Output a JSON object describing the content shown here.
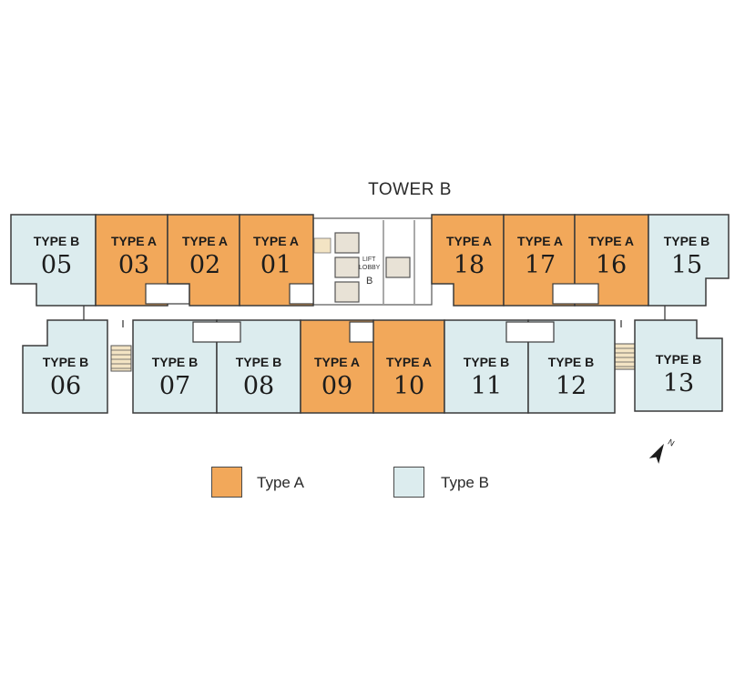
{
  "title": "TOWER B",
  "colors": {
    "type_a": "#f2a85a",
    "type_b": "#dcecee",
    "outline": "#3a3a3a"
  },
  "lift_lobby": {
    "line1": "LIFT",
    "line2": "LOBBY",
    "letter": "B"
  },
  "units": [
    {
      "id": "05",
      "type": "TYPE B",
      "kind": "b"
    },
    {
      "id": "03",
      "type": "TYPE A",
      "kind": "a"
    },
    {
      "id": "02",
      "type": "TYPE A",
      "kind": "a"
    },
    {
      "id": "01",
      "type": "TYPE A",
      "kind": "a"
    },
    {
      "id": "18",
      "type": "TYPE A",
      "kind": "a"
    },
    {
      "id": "17",
      "type": "TYPE A",
      "kind": "a"
    },
    {
      "id": "16",
      "type": "TYPE A",
      "kind": "a"
    },
    {
      "id": "15",
      "type": "TYPE B",
      "kind": "b"
    },
    {
      "id": "06",
      "type": "TYPE B",
      "kind": "b"
    },
    {
      "id": "07",
      "type": "TYPE B",
      "kind": "b"
    },
    {
      "id": "08",
      "type": "TYPE B",
      "kind": "b"
    },
    {
      "id": "09",
      "type": "TYPE A",
      "kind": "a"
    },
    {
      "id": "10",
      "type": "TYPE A",
      "kind": "a"
    },
    {
      "id": "11",
      "type": "TYPE B",
      "kind": "b"
    },
    {
      "id": "12",
      "type": "TYPE B",
      "kind": "b"
    },
    {
      "id": "13",
      "type": "TYPE B",
      "kind": "b"
    }
  ],
  "legend": [
    {
      "label": "Type A",
      "kind": "a"
    },
    {
      "label": "Type B",
      "kind": "b"
    }
  ],
  "north_arrow": "north-arrow-icon"
}
